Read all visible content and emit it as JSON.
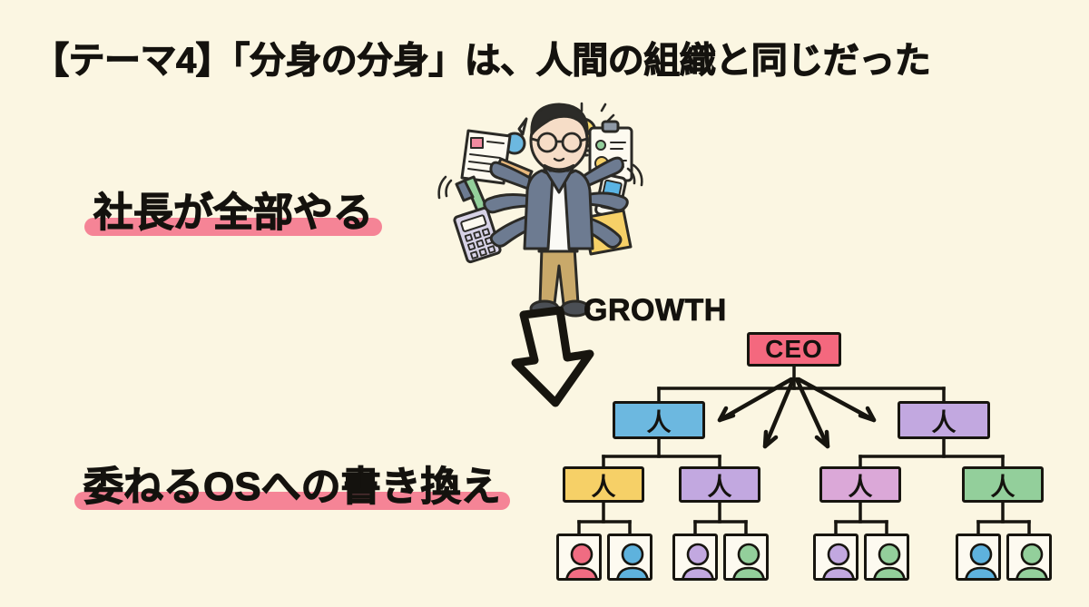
{
  "slide": {
    "background_color": "#fbf6e2",
    "title": "【テーマ4】「分身の分身」は、人間の組織と同じだった"
  },
  "phrases": {
    "top": "社長が全部やる",
    "bottom": "委ねるOSへの書き換え",
    "marker_color": "#f58496"
  },
  "growth": {
    "label": "GROWTH",
    "arrow_icon": "down-arrow-outline-icon"
  },
  "illustration": {
    "name": "multitasking-businessman-illustration",
    "items": [
      "document-paper-icon",
      "pen-icon",
      "clipboard-icon",
      "smartphone-icon",
      "yellow-folder-icon",
      "calculator-icon",
      "lightbulb-icon",
      "speech-bubble-icon"
    ],
    "colors": {
      "jacket": "#6d7b91",
      "shirt": "#fbfaf6",
      "pants": "#c9a96a",
      "skin": "#f6ddc7",
      "hair": "#2c2b28",
      "shoes": "#4b4f55",
      "folder": "#f6d067",
      "lightbulb": "#f7d96b",
      "phone": "#5ab4e4",
      "bubble": "#6cb8e0"
    }
  },
  "org_chart": {
    "root": {
      "label": "CEO",
      "color": "#f4687e"
    },
    "level1": [
      {
        "label": "人",
        "color": "#6cb8e0"
      },
      {
        "label": "人",
        "color": "#c2a8e0"
      }
    ],
    "level2": [
      {
        "label": "人",
        "color": "#f6d067"
      },
      {
        "label": "人",
        "color": "#c2a8e0"
      },
      {
        "label": "人",
        "color": "#dba8d8"
      },
      {
        "label": "人",
        "color": "#93cf9b"
      }
    ],
    "leaves": [
      {
        "color": "#f06c82"
      },
      {
        "color": "#5eb2dd"
      },
      {
        "color": "#c2a8e0"
      },
      {
        "color": "#93cf9b"
      },
      {
        "color": "#c2a8e0"
      },
      {
        "color": "#93cf9b"
      },
      {
        "color": "#5eb2dd"
      },
      {
        "color": "#93cf9b"
      }
    ],
    "stroke_color": "#17150f",
    "arrow_count": 4
  }
}
